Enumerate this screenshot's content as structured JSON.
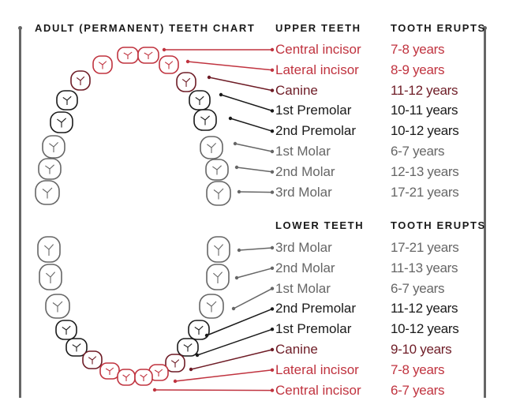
{
  "title": "ADULT (PERMANENT) TEETH CHART",
  "colors": {
    "red": "#c0333f",
    "dark_red": "#6e1c26",
    "black": "#1a1a1a",
    "gray": "#666666"
  },
  "upper": {
    "header": "UPPER TEETH",
    "erupts_header": "TOOTH ERUPTS",
    "rows": [
      {
        "name": "Central incisor",
        "years": "7-8 years",
        "tone": "red"
      },
      {
        "name": "Lateral incisor",
        "years": "8-9 years",
        "tone": "red"
      },
      {
        "name": "Canine",
        "years": "11-12 years",
        "tone": "dark_red"
      },
      {
        "name": "1st Premolar",
        "years": "10-11 years",
        "tone": "black"
      },
      {
        "name": "2nd Premolar",
        "years": "10-12 years",
        "tone": "black"
      },
      {
        "name": "1st Molar",
        "years": "6-7 years",
        "tone": "gray"
      },
      {
        "name": "2nd Molar",
        "years": "12-13 years",
        "tone": "gray"
      },
      {
        "name": "3rd Molar",
        "years": "17-21 years",
        "tone": "gray"
      }
    ]
  },
  "lower": {
    "header": "LOWER TEETH",
    "erupts_header": "TOOTH ERUPTS",
    "rows": [
      {
        "name": "3rd Molar",
        "years": "17-21 years",
        "tone": "gray"
      },
      {
        "name": "2nd Molar",
        "years": "11-13 years",
        "tone": "gray"
      },
      {
        "name": "1st Molar",
        "years": "6-7 years",
        "tone": "gray"
      },
      {
        "name": "2nd Premolar",
        "years": "11-12 years",
        "tone": "black"
      },
      {
        "name": "1st Premolar",
        "years": "10-12 years",
        "tone": "black"
      },
      {
        "name": "Canine",
        "years": "9-10 years",
        "tone": "dark_red"
      },
      {
        "name": "Lateral incisor",
        "years": "7-8 years",
        "tone": "red"
      },
      {
        "name": "Central incisor",
        "years": "6-7 years",
        "tone": "red"
      }
    ]
  }
}
